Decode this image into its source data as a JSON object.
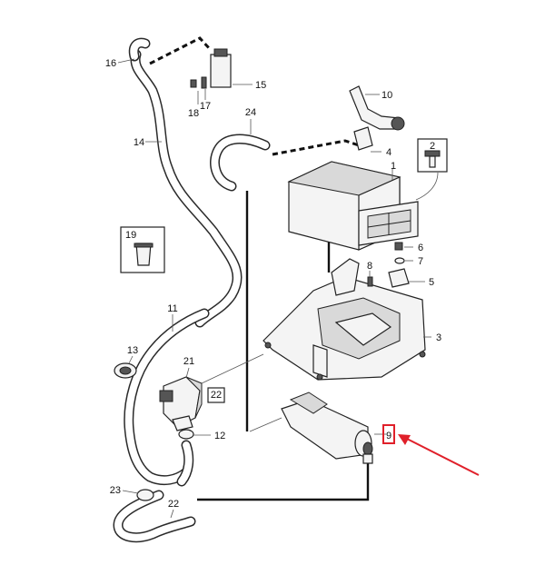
{
  "callouts": [
    "1",
    "2",
    "3",
    "4",
    "5",
    "6",
    "7",
    "8",
    "9",
    "10",
    "11",
    "12",
    "13",
    "14",
    "15",
    "16",
    "17",
    "18",
    "19",
    "21",
    "22",
    "22",
    "23",
    "24"
  ],
  "colors": {
    "line": "#2a2a2a",
    "highlight": "#e0202a"
  },
  "highlighted_callout": "9"
}
